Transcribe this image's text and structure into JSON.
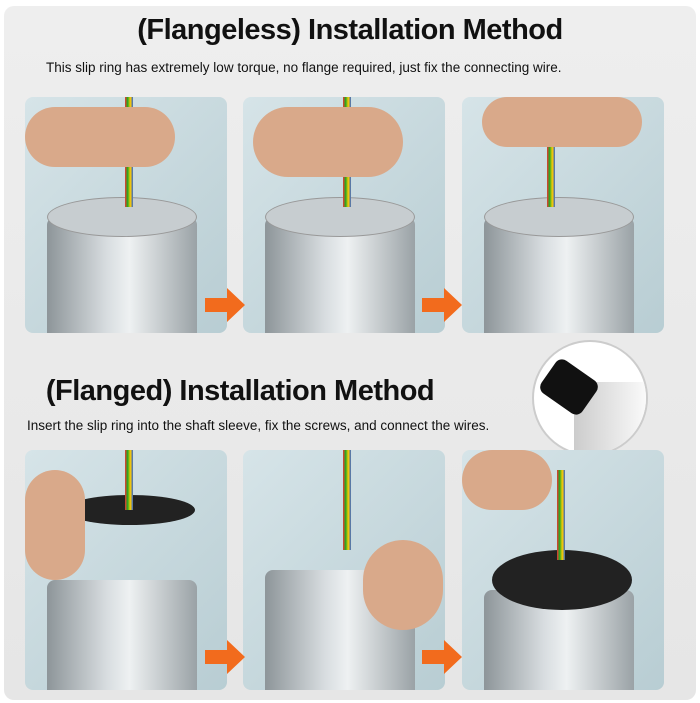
{
  "section1": {
    "title": "(Flangeless) Installation Method",
    "subtitle": "This slip ring has extremely low torque, no flange required, just fix the connecting wire."
  },
  "section2": {
    "title": "(Flanged) Installation Method",
    "subtitle": "Insert the slip ring into the shaft sleeve, fix the screws, and connect the wires."
  },
  "colors": {
    "arrow": "#f26b1d"
  },
  "icons": [
    "arrow-right-icon"
  ]
}
